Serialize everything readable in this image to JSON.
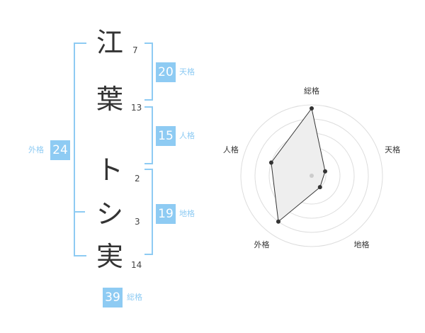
{
  "name_chars": [
    {
      "char": "江",
      "strokes": "7"
    },
    {
      "char": "葉",
      "strokes": "13"
    },
    {
      "char": "ト",
      "strokes": "2"
    },
    {
      "char": "シ",
      "strokes": "3"
    },
    {
      "char": "実",
      "strokes": "14"
    }
  ],
  "kaku": {
    "tenkaku": {
      "value": "20",
      "label": "天格"
    },
    "jinkaku": {
      "value": "15",
      "label": "人格"
    },
    "chikaku": {
      "value": "19",
      "label": "地格"
    },
    "gaikaku": {
      "value": "24",
      "label": "外格"
    },
    "soukaku": {
      "value": "39",
      "label": "総格"
    }
  },
  "colors": {
    "accent": "#8ecbf3",
    "text": "#333333",
    "radar_fill": "#eeeeee"
  },
  "chart_data": {
    "type": "radar",
    "axes": [
      "総格",
      "天格",
      "地格",
      "外格",
      "人格"
    ],
    "values": [
      0.95,
      0.2,
      0.2,
      0.8,
      0.6
    ],
    "rings": 5
  }
}
